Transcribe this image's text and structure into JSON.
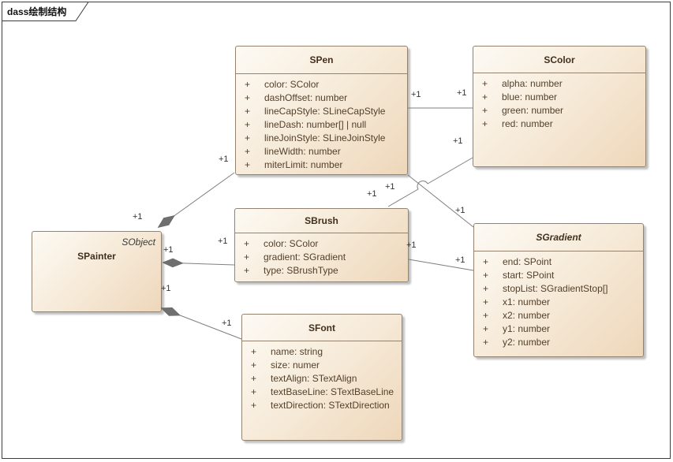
{
  "frame": {
    "title": "dass绘制结构"
  },
  "classes": [
    {
      "name": "SPen",
      "attributes": [
        {
          "visibility": "+",
          "text": "color: SColor"
        },
        {
          "visibility": "+",
          "text": "dashOffset: number"
        },
        {
          "visibility": "+",
          "text": "lineCapStyle: SLineCapStyle"
        },
        {
          "visibility": "+",
          "text": "lineDash: number[] | null"
        },
        {
          "visibility": "+",
          "text": "lineJoinStyle: SLineJoinStyle"
        },
        {
          "visibility": "+",
          "text": "lineWidth: number"
        },
        {
          "visibility": "+",
          "text": "miterLimit: number"
        }
      ]
    },
    {
      "name": "SColor",
      "attributes": [
        {
          "visibility": "+",
          "text": "alpha: number"
        },
        {
          "visibility": "+",
          "text": "blue: number"
        },
        {
          "visibility": "+",
          "text": "green: number"
        },
        {
          "visibility": "+",
          "text": "red: number"
        }
      ]
    },
    {
      "name": "SBrush",
      "attributes": [
        {
          "visibility": "+",
          "text": "color: SColor"
        },
        {
          "visibility": "+",
          "text": "gradient: SGradient"
        },
        {
          "visibility": "+",
          "text": "type: SBrushType"
        }
      ]
    },
    {
      "name": "SGradient",
      "abstract": true,
      "attributes": [
        {
          "visibility": "+",
          "text": "end: SPoint"
        },
        {
          "visibility": "+",
          "text": "start: SPoint"
        },
        {
          "visibility": "+",
          "text": "stopList: SGradientStop[]"
        },
        {
          "visibility": "+",
          "text": "x1: number"
        },
        {
          "visibility": "+",
          "text": "x2: number"
        },
        {
          "visibility": "+",
          "text": "y1: number"
        },
        {
          "visibility": "+",
          "text": "y2: number"
        }
      ]
    },
    {
      "name": "SPainter",
      "annotation": "SObject",
      "attributes": []
    },
    {
      "name": "SFont",
      "attributes": [
        {
          "visibility": "+",
          "text": "name: string"
        },
        {
          "visibility": "+",
          "text": "size: numer"
        },
        {
          "visibility": "+",
          "text": "textAlign: STextAlign"
        },
        {
          "visibility": "+",
          "text": "textBaseLine: STextBaseLine"
        },
        {
          "visibility": "+",
          "text": "textDirection: STextDirection"
        }
      ]
    }
  ],
  "connectors": [
    {
      "source": "SPainter",
      "target": "SPen",
      "type": "composition",
      "source_mult": "+1",
      "target_mult": "+1"
    },
    {
      "source": "SPainter",
      "target": "SBrush",
      "type": "composition",
      "source_mult": "+1",
      "target_mult": "+1"
    },
    {
      "source": "SPainter",
      "target": "SFont",
      "type": "composition",
      "source_mult": "+1",
      "target_mult": "+1"
    },
    {
      "source": "SPen",
      "target": "SColor",
      "type": "association",
      "source_mult": "+1",
      "target_mult": "+1"
    },
    {
      "source": "SPen",
      "target": "SGradient",
      "type": "association",
      "source_mult": "+1",
      "target_mult": "+1"
    },
    {
      "source": "SBrush",
      "target": "SColor",
      "type": "association",
      "source_mult": "+1",
      "target_mult": "+1"
    },
    {
      "source": "SBrush",
      "target": "SGradient",
      "type": "association",
      "source_mult": "+1",
      "target_mult": "+1"
    }
  ],
  "colors": {
    "box_fill_light": "#fdfaf4",
    "box_fill_dark": "#eed7ba",
    "box_border": "#94846f",
    "connector": "#7f7f7f",
    "diamond": "#6f6f6f",
    "attribute_text": "#53402a"
  }
}
